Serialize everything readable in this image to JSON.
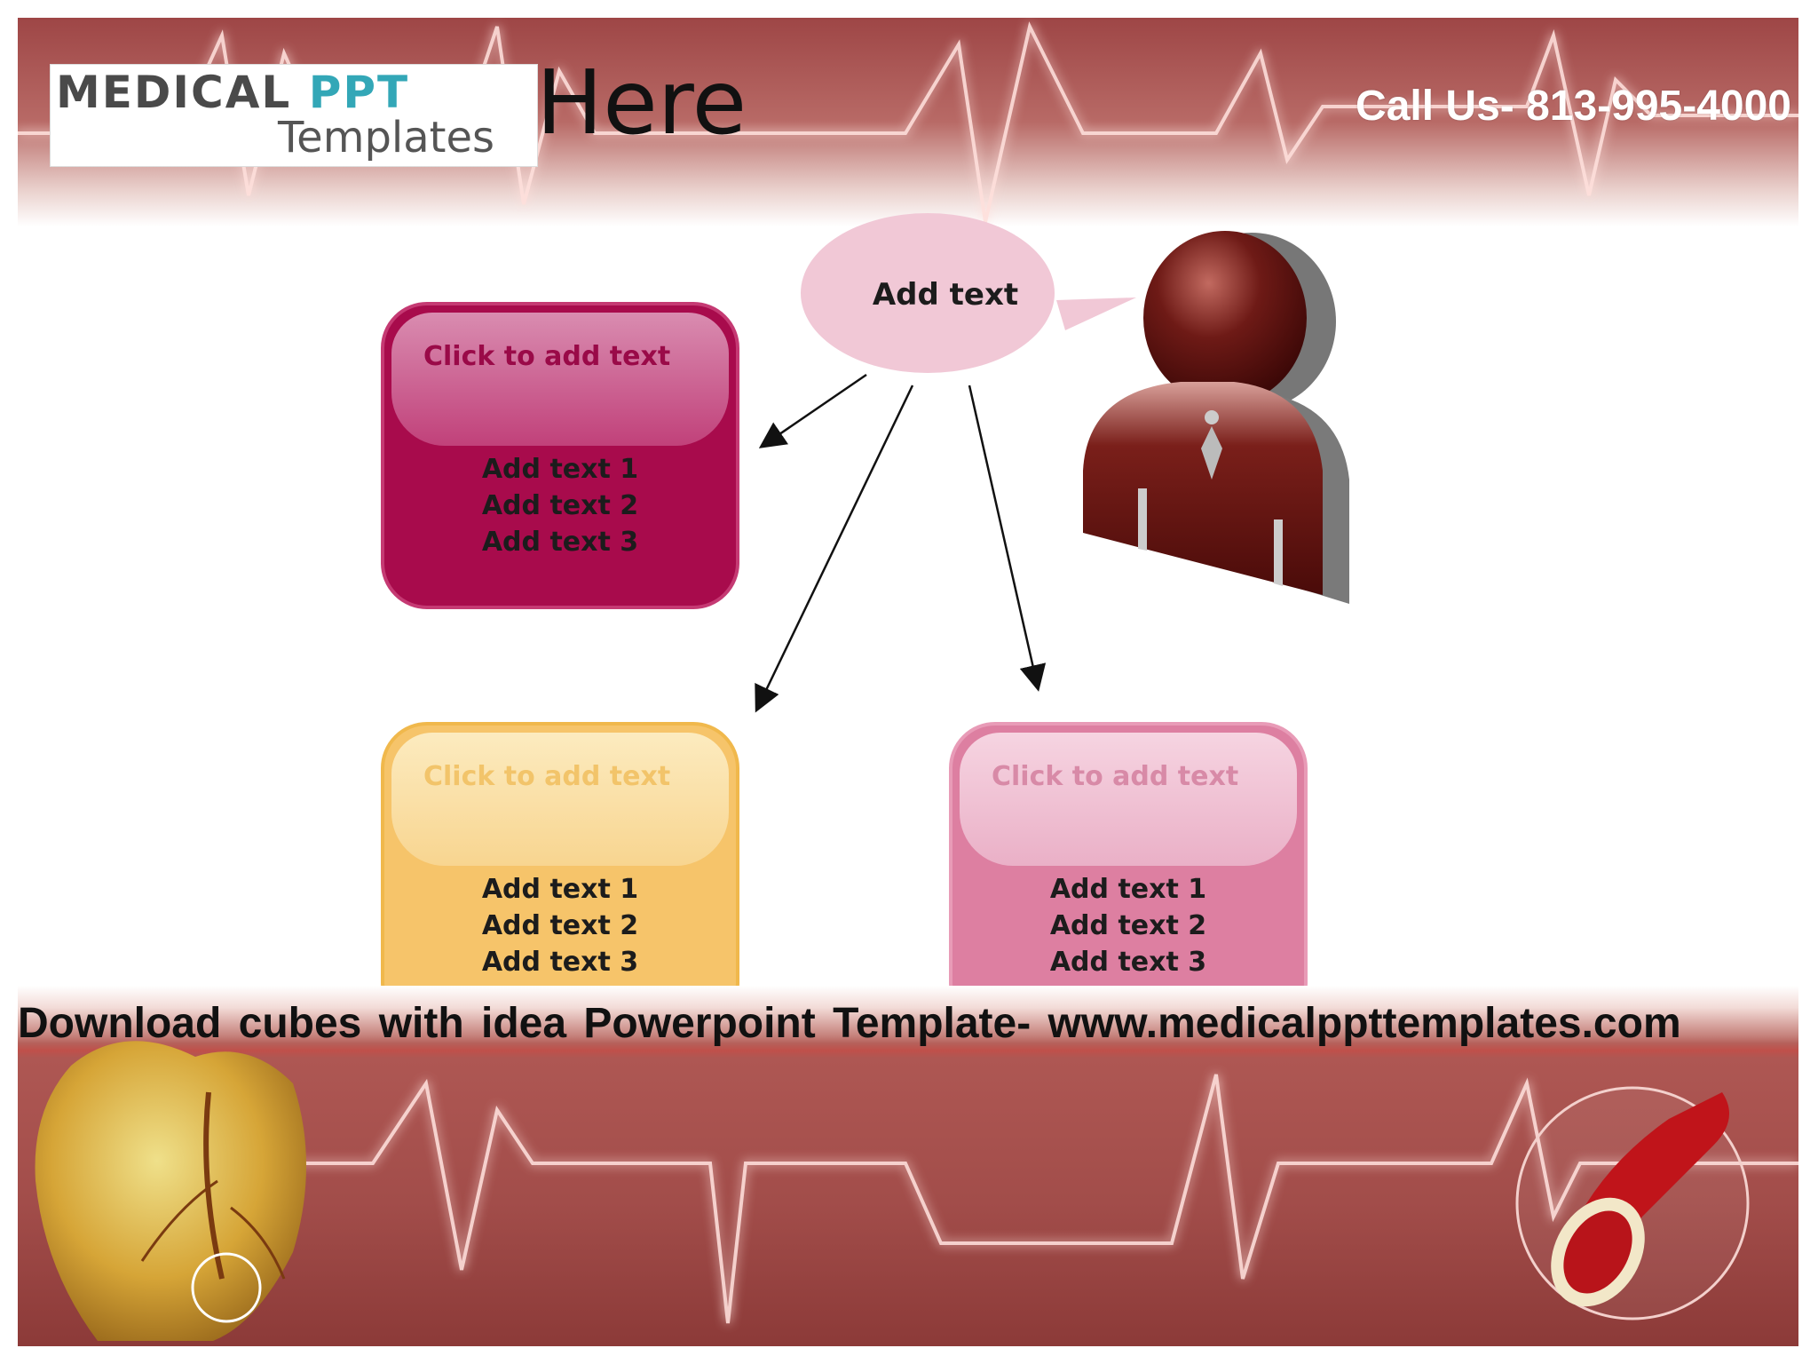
{
  "header": {
    "logo_main": "MEDICAL",
    "logo_ppt": "PPT",
    "logo_sub": "Templates",
    "title": "Here",
    "phone": "Call Us- 813-995-4000"
  },
  "diagram": {
    "bubble_label": "Add text",
    "boxes": [
      {
        "title": "Click to add text",
        "items": [
          "Add text 1",
          "Add text 2",
          "Add text 3"
        ],
        "color": "#a80b4c"
      },
      {
        "title": "Click to add text",
        "items": [
          "Add text 1",
          "Add text 2",
          "Add text 3"
        ],
        "color": "#f6c46a"
      },
      {
        "title": "Click to add text",
        "items": [
          "Add text 1",
          "Add text 2",
          "Add text 3"
        ],
        "color": "#dd7fa1"
      }
    ]
  },
  "footer": {
    "download_text": "Download cubes with idea Powerpoint Template- www.medicalppttemplates.com"
  },
  "colors": {
    "ecg_line": "#ffdada",
    "band": "#a84c48",
    "person": "#5a1210"
  }
}
